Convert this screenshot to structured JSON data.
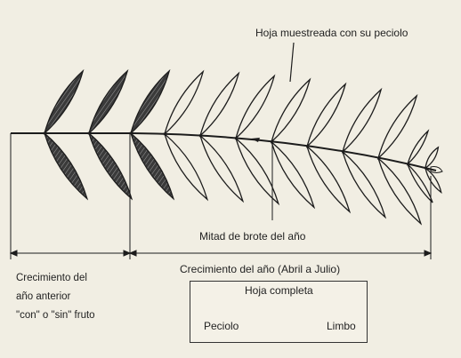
{
  "labels": {
    "sampled_leaf": "Hoja muestreada con su peciolo",
    "mid_shoot": "Mitad de brote del año",
    "previous_growth_line1": "Crecimiento del",
    "previous_growth_line2": "año anterior",
    "previous_growth_line3": "\"con\" o \"sin\" fruto",
    "current_growth": "Crecimiento del año (Abril a Julio)"
  },
  "inset": {
    "title": "Hoja completa",
    "petiole": "Peciolo",
    "blade": "Limbo"
  },
  "colors": {
    "background": "#f1eee3",
    "ink": "#1c1c1c",
    "dark_leaflet": "#2a2a2a"
  }
}
